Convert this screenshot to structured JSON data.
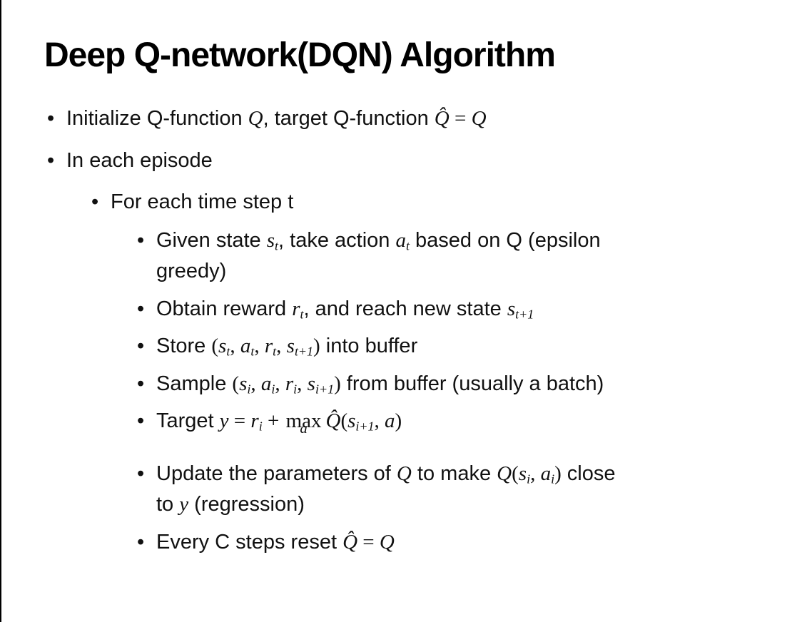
{
  "slide": {
    "title": "Deep Q-network(DQN) Algorithm",
    "bullet_char": "•",
    "bullets": [
      {
        "id": "initialize",
        "level": 1,
        "segments": [
          "Initialize Q-function ",
          "Q",
          ", target Q-function ",
          "Q̂",
          " = ",
          "Q"
        ]
      },
      {
        "id": "in-each-episode",
        "level": 1,
        "segments": [
          "In each episode"
        ]
      },
      {
        "id": "for-each-time-step",
        "level": 2,
        "segments": [
          "For each time step t"
        ]
      },
      {
        "id": "given-state",
        "level": 3,
        "segments": [
          "Given state ",
          "s",
          "t",
          ", take action ",
          "a",
          "t",
          " based on Q (epsilon",
          "greedy)"
        ]
      },
      {
        "id": "obtain-reward",
        "level": 3,
        "segments": [
          "Obtain reward ",
          "r",
          "t",
          ", and reach new state ",
          "s",
          "t+1"
        ]
      },
      {
        "id": "store",
        "level": 3,
        "segments": [
          "Store ",
          "(",
          "s",
          "t",
          ", ",
          "a",
          "t",
          ", ",
          "r",
          "t",
          ", ",
          "s",
          "t+1",
          ")",
          " into buffer"
        ]
      },
      {
        "id": "sample",
        "level": 3,
        "segments": [
          "Sample ",
          "(",
          "s",
          "i",
          ", ",
          "a",
          "i",
          ", ",
          "r",
          "i",
          ", ",
          "s",
          "i+1",
          ")",
          " from buffer (usually a batch)"
        ]
      },
      {
        "id": "target",
        "level": 3,
        "segments": [
          "Target ",
          "y",
          " = ",
          "r",
          "i",
          " + ",
          "max",
          "a",
          "Q̂",
          "(",
          "s",
          "i+1",
          ", ",
          "a",
          ")"
        ]
      },
      {
        "id": "update",
        "level": 3,
        "segments": [
          "Update the parameters of ",
          "Q",
          " to make ",
          "Q",
          "(",
          "s",
          "i",
          ", ",
          "a",
          "i",
          ")",
          " close",
          "to ",
          "y",
          " (regression)"
        ]
      },
      {
        "id": "every-c-steps",
        "level": 3,
        "segments": [
          "Every C steps reset ",
          "Q̂",
          " = ",
          "Q"
        ]
      }
    ]
  }
}
